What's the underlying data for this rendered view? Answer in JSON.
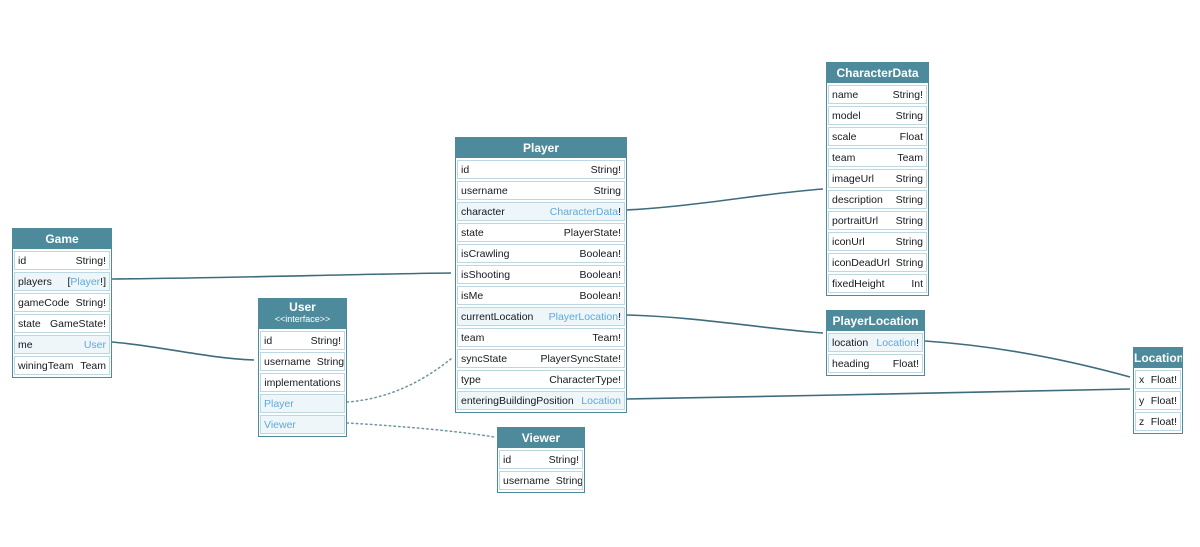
{
  "diagram": {
    "colors": {
      "header_bg": "#4d8b9c",
      "link_text": "#5ea9dc",
      "edge_line": "#3e6c7c",
      "dotted_edge_line": "#6e96a0",
      "row_border": "#bcd8e2",
      "link_row_tint": "#eef6fa"
    },
    "tables": [
      {
        "id": "Game",
        "title": "Game",
        "fields": [
          {
            "name": "id",
            "value": "String!"
          },
          {
            "name": "players",
            "value_pre": "[",
            "value_link": "Player",
            "value_post": "!]"
          },
          {
            "name": "gameCode",
            "value": "String!"
          },
          {
            "name": "state",
            "value": "GameState!"
          },
          {
            "name": "me",
            "value_link": "User"
          },
          {
            "name": "winingTeam",
            "value": "Team"
          }
        ]
      },
      {
        "id": "User",
        "title": "User",
        "subtitle": "<<interface>>",
        "fields": [
          {
            "name": "id",
            "value": "String!"
          },
          {
            "name": "username",
            "value": "String"
          },
          {
            "name": "implementations",
            "centered": true
          },
          {
            "name": "Player",
            "name_is_link": true
          },
          {
            "name": "Viewer",
            "name_is_link": true
          }
        ]
      },
      {
        "id": "Player",
        "title": "Player",
        "fields": [
          {
            "name": "id",
            "value": "String!"
          },
          {
            "name": "username",
            "value": "String"
          },
          {
            "name": "character",
            "value_link": "CharacterData",
            "value_post": "!"
          },
          {
            "name": "state",
            "value": "PlayerState!"
          },
          {
            "name": "isCrawling",
            "value": "Boolean!"
          },
          {
            "name": "isShooting",
            "value": "Boolean!"
          },
          {
            "name": "isMe",
            "value": "Boolean!"
          },
          {
            "name": "currentLocation",
            "value_link": "PlayerLocation",
            "value_post": "!"
          },
          {
            "name": "team",
            "value": "Team!"
          },
          {
            "name": "syncState",
            "value": "PlayerSyncState!"
          },
          {
            "name": "type",
            "value": "CharacterType!"
          },
          {
            "name": "enteringBuildingPosition",
            "value_link": "Location"
          }
        ]
      },
      {
        "id": "CharacterData",
        "title": "CharacterData",
        "fields": [
          {
            "name": "name",
            "value": "String!"
          },
          {
            "name": "model",
            "value": "String"
          },
          {
            "name": "scale",
            "value": "Float"
          },
          {
            "name": "team",
            "value": "Team"
          },
          {
            "name": "imageUrl",
            "value": "String"
          },
          {
            "name": "description",
            "value": "String"
          },
          {
            "name": "portraitUrl",
            "value": "String"
          },
          {
            "name": "iconUrl",
            "value": "String"
          },
          {
            "name": "iconDeadUrl",
            "value": "String"
          },
          {
            "name": "fixedHeight",
            "value": "Int"
          }
        ]
      },
      {
        "id": "PlayerLocation",
        "title": "PlayerLocation",
        "fields": [
          {
            "name": "location",
            "value_link": "Location",
            "value_post": "!"
          },
          {
            "name": "heading",
            "value": "Float!"
          }
        ]
      },
      {
        "id": "Location",
        "title": "Location",
        "fields": [
          {
            "name": "x",
            "value": "Float!"
          },
          {
            "name": "y",
            "value": "Float!"
          },
          {
            "name": "z",
            "value": "Float!"
          }
        ]
      },
      {
        "id": "Viewer",
        "title": "Viewer",
        "fields": [
          {
            "name": "id",
            "value": "String!"
          },
          {
            "name": "username",
            "value": "String"
          }
        ]
      }
    ],
    "edges": [
      {
        "from": "Game.players",
        "to": "Player",
        "style": "solid"
      },
      {
        "from": "Game.me",
        "to": "User",
        "style": "solid"
      },
      {
        "from": "User.Player",
        "to": "Player",
        "style": "dotted"
      },
      {
        "from": "User.Viewer",
        "to": "Viewer",
        "style": "dotted"
      },
      {
        "from": "Player.character",
        "to": "CharacterData",
        "style": "solid"
      },
      {
        "from": "Player.currentLocation",
        "to": "PlayerLocation",
        "style": "solid"
      },
      {
        "from": "Player.enteringBuildingPosition",
        "to": "Location",
        "style": "solid"
      },
      {
        "from": "PlayerLocation.location",
        "to": "Location",
        "style": "solid"
      }
    ]
  }
}
